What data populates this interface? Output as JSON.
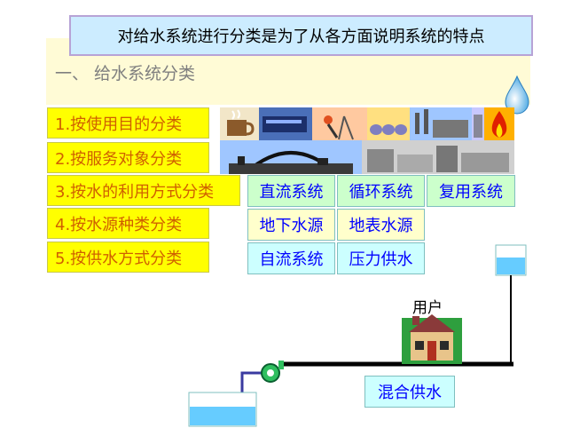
{
  "title": "对给水系统进行分类是为了从各方面说明系统的特点",
  "subtitle": "一、  给水系统分类",
  "categories": [
    "1.按使用目的分类",
    "2.按服务对象分类",
    "3.按水的利用方式分类",
    "4.按水源种类分类",
    "5.按供水方式分类"
  ],
  "utilization_options": [
    "直流系统",
    "循环系统",
    "复用系统"
  ],
  "source_options": [
    "地下水源",
    "地表水源"
  ],
  "supply_options": [
    "自流系统",
    "压力供水"
  ],
  "user_label": "用户",
  "mixed_supply": "混合供水",
  "colors": {
    "title_bg": "#ccecff",
    "category_bg": "#ffff00",
    "category_text": "#d06000",
    "option_text": "#0000ff",
    "water": "#66ccff"
  }
}
